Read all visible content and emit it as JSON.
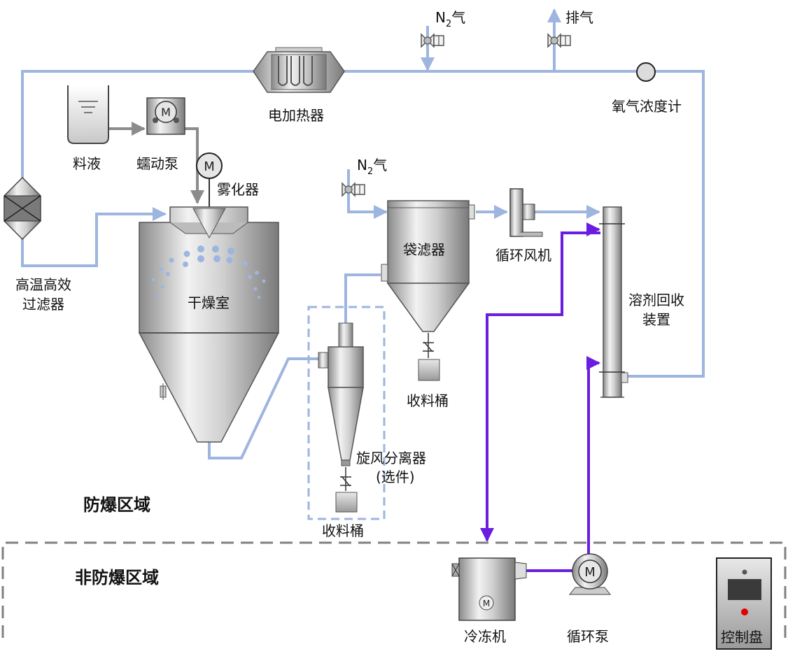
{
  "labels": {
    "n2_gas_top": "N",
    "n2_sub": "2",
    "n2_suffix": "气",
    "exhaust": "排气",
    "electric_heater": "电加热器",
    "oxygen_meter": "氧气浓度计",
    "feed_liquid": "料液",
    "peristaltic_pump": "蠕动泵",
    "motor_m": "M",
    "atomizer": "雾化器",
    "hepa_filter_line1": "高温高效",
    "hepa_filter_line2": "过滤器",
    "drying_chamber": "干燥室",
    "bag_filter": "袋滤器",
    "circulation_fan": "循环风机",
    "solvent_recovery_line1": "溶剂回收",
    "solvent_recovery_line2": "装置",
    "collection_bucket_1": "收料桶",
    "cyclone_line1": "旋风分离器",
    "cyclone_line2": "(选件)",
    "collection_bucket_2": "收料桶",
    "explosion_proof_zone": "防爆区域",
    "non_explosion_proof_zone": "非防爆区域",
    "chiller": "冷冻机",
    "circulation_pump": "循环泵",
    "control_panel": "控制盘"
  },
  "colors": {
    "air_pipe": "#9db5df",
    "feed_pipe": "#8c8c8c",
    "coolant_pipe": "#6a1de0",
    "zone_border": "#808080",
    "indicator_red": "#e00000"
  }
}
